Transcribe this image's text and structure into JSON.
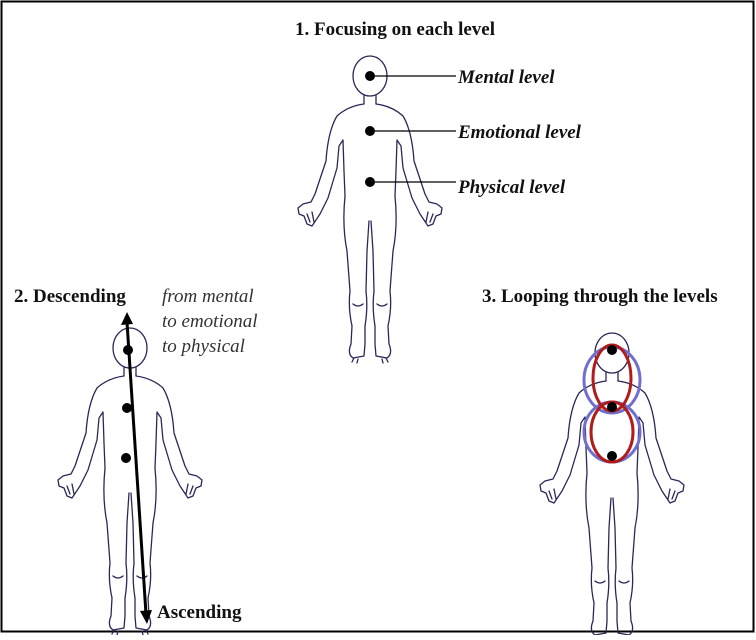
{
  "panel1": {
    "title": "1. Focusing on each level",
    "labels": [
      "Mental level",
      "Emotional level",
      "Physical level"
    ]
  },
  "panel2": {
    "title": "2. Descending",
    "note_lines": [
      "from mental",
      "to emotional",
      "to physical"
    ],
    "arrow_label": "Ascending"
  },
  "panel3": {
    "title": "3. Looping through the levels"
  },
  "colors": {
    "frame": "#000000",
    "outline": "#2b2858",
    "loop_red": "#b01c1c",
    "loop_blue": "#6f6fd0"
  },
  "icons": {
    "figure": "human-body-outline",
    "level_marker": "black-dot"
  }
}
